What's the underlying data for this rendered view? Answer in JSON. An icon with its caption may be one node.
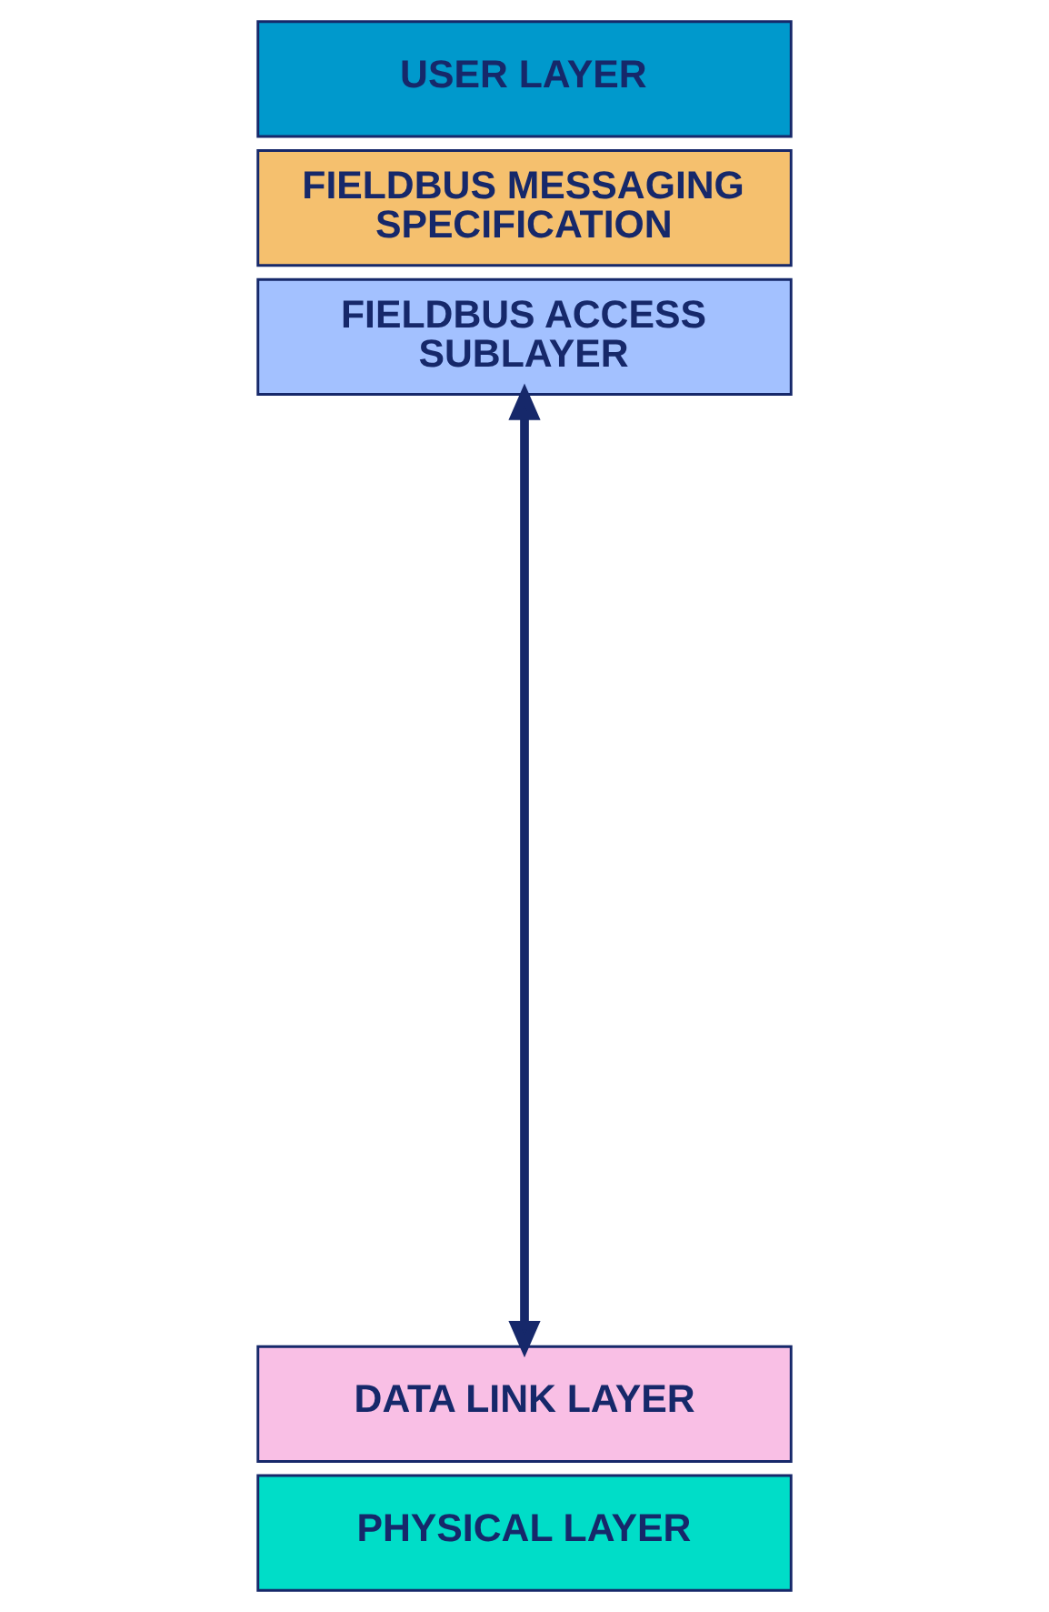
{
  "diagram": {
    "nodes": [
      {
        "text": [
          "USER LAYER"
        ]
      },
      {
        "text": [
          "FIELDBUS MESSAGING SPECIFICATION"
        ]
      },
      {
        "text": [
          "FIELDBUS ACCESS SUBLAYER"
        ]
      },
      {
        "text": [
          "DATA LINK LAYER"
        ]
      },
      {
        "text": [
          "PHYSICAL LAYER"
        ]
      }
    ],
    "edges": [
      {
        "from": 2,
        "to": 3,
        "arrow": "both"
      }
    ]
  }
}
